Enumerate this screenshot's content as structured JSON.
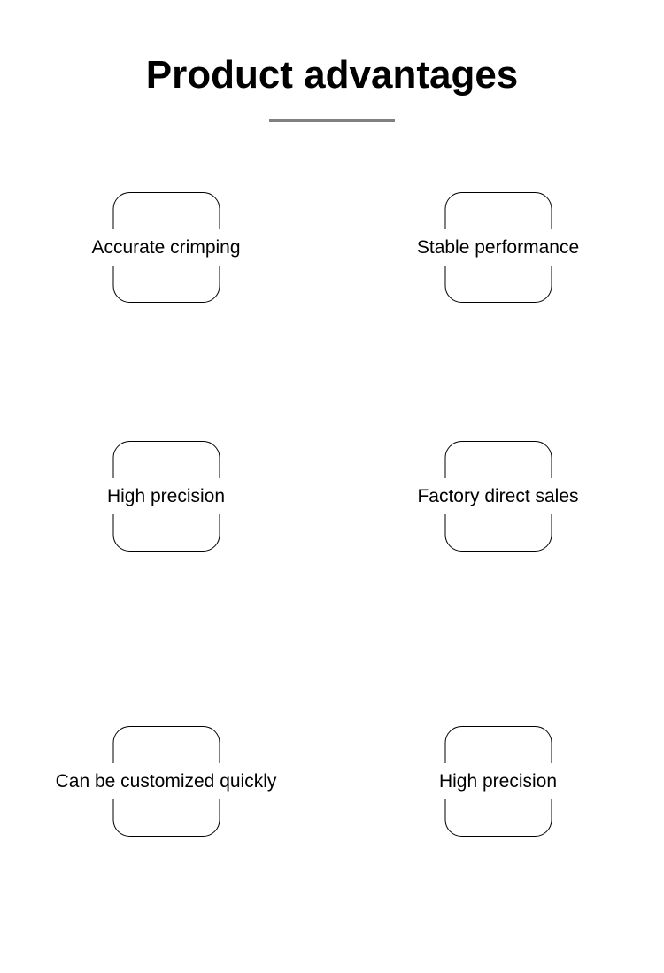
{
  "header": {
    "title": "Product advantages",
    "divider_color": "#808080"
  },
  "theme": {
    "background": "#ffffff",
    "text_color": "#000000",
    "box_border_color": "#000000"
  },
  "advantages": [
    {
      "label": "Accurate crimping"
    },
    {
      "label": "Stable performance"
    },
    {
      "label": "High precision"
    },
    {
      "label": "Factory direct sales"
    },
    {
      "label": "Can be customized quickly"
    },
    {
      "label": "High precision"
    }
  ]
}
